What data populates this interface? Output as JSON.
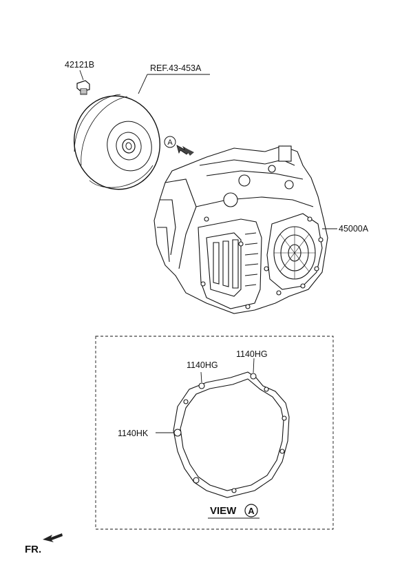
{
  "parts": {
    "bolt_label": "42121B",
    "ref_label": "REF.43-453A",
    "transaxle_label": "45000A",
    "view_marker_letter": "A"
  },
  "view_box": {
    "label_hg_left": "1140HG",
    "label_hg_right": "1140HG",
    "label_hk": "1140HK",
    "view_title": "VIEW",
    "view_letter": "A"
  },
  "footer": {
    "fr_label": "FR."
  }
}
